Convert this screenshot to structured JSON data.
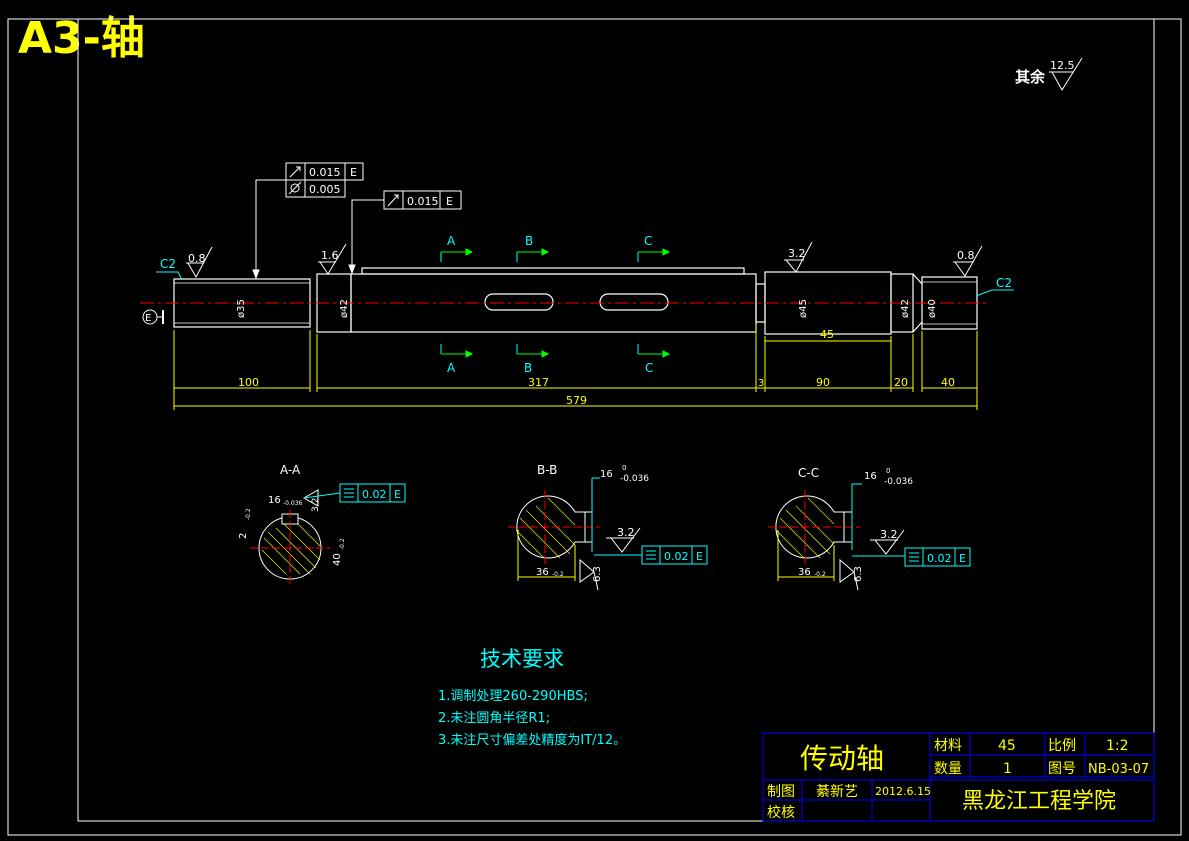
{
  "sheet_label": "A3-轴",
  "roughness_note": {
    "label": "其余",
    "value": "12.5"
  },
  "tolerance_frames": {
    "top_runout": {
      "value": "0.015",
      "datum": "E"
    },
    "top_cylindricity": {
      "value": "0.005"
    },
    "second_runout": {
      "value": "0.015",
      "datum": "E"
    },
    "keyway_symmetry_aa": {
      "value": "0.02",
      "datum": "E"
    },
    "keyway_symmetry_bb": {
      "value": "0.02",
      "datum": "E"
    },
    "keyway_symmetry_cc": {
      "value": "0.02",
      "datum": "E"
    }
  },
  "shaft": {
    "chamfer_left": "C2",
    "chamfer_right": "C2",
    "roughness": [
      "0.8",
      "1.6",
      "3.2",
      "0.8"
    ],
    "diameters": [
      "ø35",
      "ø42",
      "ø45",
      "ø42",
      "ø40"
    ],
    "section_marks": [
      "A",
      "B",
      "C"
    ],
    "datum": "E",
    "dimensions": {
      "len_100": "100",
      "len_317": "317",
      "len_3": "3",
      "len_90": "90",
      "len_20": "20",
      "len_40": "40",
      "len_total": "579",
      "len_45": "45"
    }
  },
  "sections": [
    {
      "title": "A-A",
      "key_width": "16",
      "key_tol": "-0.036",
      "depth_left": "2",
      "depth_tol": "-0.2",
      "dim_bottom": "40",
      "dim_tol": "-0.2",
      "roughness": "3.2"
    },
    {
      "title": "B-B",
      "key_width": "16",
      "key_tol_upper": "0",
      "key_tol_lower": "-0.036",
      "dim_bottom": "36",
      "dim_tol": "-0.2",
      "roughness_a": "3.2",
      "roughness_b": "6.3"
    },
    {
      "title": "C-C",
      "key_width": "16",
      "key_tol_upper": "0",
      "key_tol_lower": "-0.036",
      "dim_bottom": "36",
      "dim_tol": "-0.2",
      "roughness_a": "3.2",
      "roughness_b": "6.3"
    }
  ],
  "tech_requirements": {
    "title": "技术要求",
    "items": [
      "1.调制处理260-290HBS;",
      "2.未注圆角半径R1;",
      "3.未注尺寸偏差处精度为IT/12。"
    ]
  },
  "title_block": {
    "part_name": "传动轴",
    "material_label": "材料",
    "material_value": "45",
    "scale_label": "比例",
    "scale_value": "1:2",
    "quantity_label": "数量",
    "quantity_value": "1",
    "drawing_no_label": "图号",
    "drawing_no_value": "NB-03-07",
    "drawn_label": "制图",
    "drawn_by": "綦新艺",
    "date": "2012.6.15",
    "checked_label": "校核",
    "institution": "黑龙江工程学院"
  },
  "colors": {
    "background": "#000000",
    "frame": "#ffffff",
    "outline": "#ffffff",
    "center_line": "#ff0000",
    "dimension": "#ffff00",
    "annotation": "#00ffff",
    "section_arrow": "#00ff00",
    "table_border": "#0000ff"
  }
}
